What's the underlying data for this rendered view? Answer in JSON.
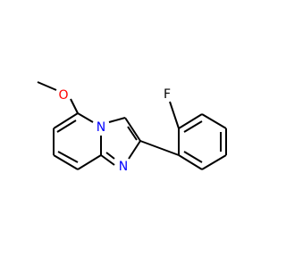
{
  "molecule": {
    "atom_labels": {
      "oxygen": "O",
      "nitrogen_bridge": "N",
      "nitrogen_ring": "N",
      "fluorine": "F"
    },
    "colors": {
      "bond": "#000000",
      "oxygen": "#ff0000",
      "nitrogen": "#0000ff",
      "fluorine": "#000000"
    }
  }
}
